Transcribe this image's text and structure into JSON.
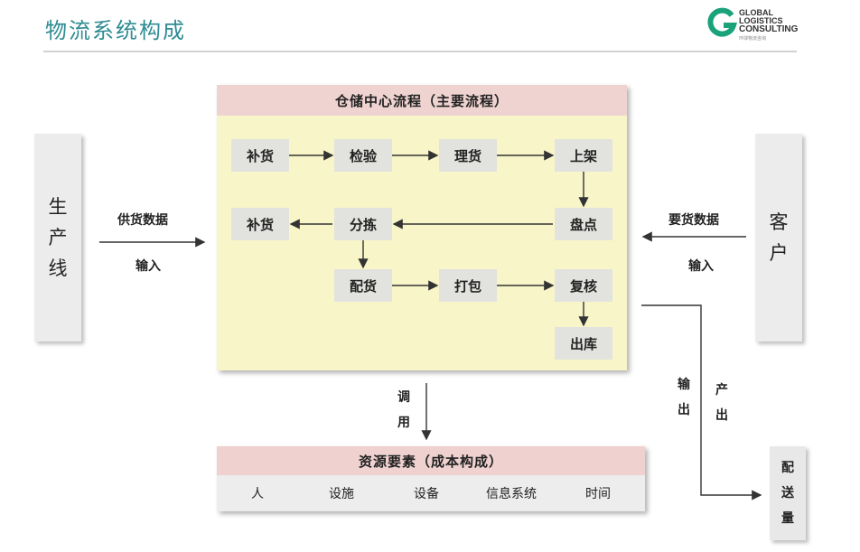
{
  "page_title": "物流系统构成",
  "logo": {
    "line1": "GLOBAL",
    "line2": "LOGISTICS",
    "line3": "CONSULTING",
    "sub": "环球物流咨询",
    "color": "#1aa37a"
  },
  "left_box": {
    "chars": [
      "生",
      "产",
      "线"
    ]
  },
  "right_box": {
    "chars": [
      "客",
      "户"
    ]
  },
  "left_labels": {
    "top": "供货数据",
    "bottom": "输入"
  },
  "right_labels": {
    "top": "要货数据",
    "bottom": "输入"
  },
  "main": {
    "header": "仓储中心流程（主要流程）",
    "steps": {
      "buhuo_top": "补货",
      "jianyan": "检验",
      "lihuo": "理货",
      "shangjia": "上架",
      "buhuo_mid": "补货",
      "fenjian": "分拣",
      "pandian": "盘点",
      "peihuo": "配货",
      "dabao": "打包",
      "fuhe": "复核",
      "chuku": "出库"
    }
  },
  "diaoyong": [
    "调",
    "用"
  ],
  "output_labels": {
    "col1": [
      "输",
      "出"
    ],
    "col2": [
      "产",
      "出"
    ]
  },
  "resources": {
    "header": "资源要素（成本构成）",
    "items": [
      "人",
      "设施",
      "设备",
      "信息系统",
      "时间"
    ]
  },
  "delivery": {
    "chars": [
      "配",
      "送",
      "量"
    ]
  },
  "colors": {
    "title": "#2f8c93",
    "main_bg": "#f8f6c8",
    "header_bg": "#efd3d1",
    "step_bg": "#e2e2df"
  }
}
